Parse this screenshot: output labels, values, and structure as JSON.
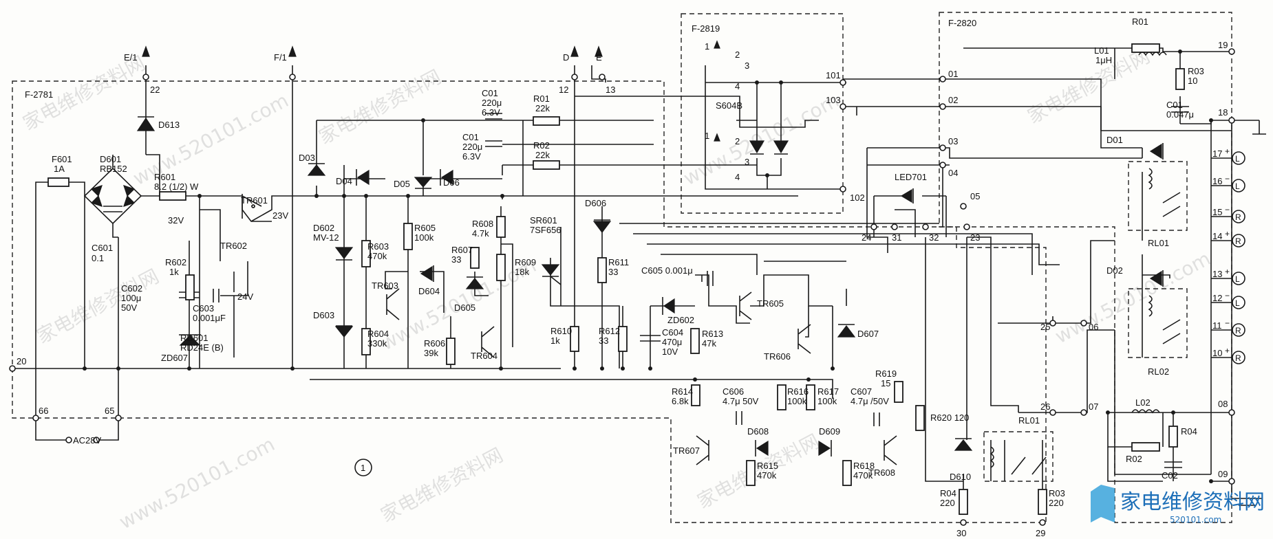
{
  "blocks": {
    "left": "F-2781",
    "switch": "F-2819",
    "right": "F-2820"
  },
  "terminals": {
    "e1": "E/1",
    "f1": "F/1",
    "d": "D",
    "e": "E",
    "t22": "22",
    "t12": "12",
    "t13": "13",
    "t20": "20",
    "t66": "66",
    "t65": "65",
    "ac": "AC28V",
    "t101": "101",
    "t103": "103",
    "t102": "102",
    "t01": "01",
    "t02": "02",
    "t03": "03",
    "t04": "04",
    "t05": "05",
    "t24": "24",
    "t31": "31",
    "t32": "32",
    "t23": "23",
    "t25": "25",
    "t06": "06",
    "t26": "26",
    "t07": "07",
    "t30": "30",
    "t29": "29",
    "r19": "19",
    "r18": "18",
    "r17": "17",
    "r16": "16",
    "r15": "15",
    "r14": "14",
    "r13": "13",
    "r12": "12",
    "r11": "11",
    "r10": "10",
    "r08": "08",
    "r09": "09"
  },
  "sw_labels": {
    "s1": "1",
    "s2": "2",
    "s3": "3",
    "s4": "4",
    "name": "S604B"
  },
  "labels": {
    "f601": "F601",
    "f601v": "1A",
    "d601": "D601",
    "d601v": "RB152",
    "c601": "C601",
    "c601v": "0.1",
    "r601": "R601",
    "r601v": "8.2 (1/2) W",
    "v32": "32V",
    "v23": "23V",
    "v24": "24V",
    "tr601": "TR601",
    "tr602": "TR602",
    "r602": "R602",
    "r602v": "1k",
    "c602": "C602",
    "c602v1": "100μ",
    "c602v2": "50V",
    "c603": "C603",
    "c603v": "0.001μF",
    "rd601": "RD601",
    "rd601v": "RD24E (B)",
    "zd607": "ZD607",
    "d613": "D613",
    "d03": "D03",
    "d04": "D04",
    "d05": "D05",
    "d06": "D06",
    "c01a": "C01",
    "c01av1": "220μ",
    "c01av2": "6.3V",
    "c01b": "C01",
    "c01bv1": "220μ",
    "c01bv2": "6.3V",
    "r01": "R01",
    "r01v": "22k",
    "r02": "R02",
    "r02v": "22k",
    "d602": "D602",
    "d602v": "MV-12",
    "d603": "D603",
    "r603": "R603",
    "r603v": "470k",
    "r604": "R604",
    "r604v": "330k",
    "r605": "R605",
    "r605v": "100k",
    "tr603": "TR603",
    "d604": "D604",
    "d605": "D605",
    "r606": "R606",
    "r606v": "39k",
    "tr604": "TR604",
    "r607": "R607",
    "r607v": "33",
    "r608": "R608",
    "r608v": "4.7k",
    "r609": "R609",
    "r609v": "18k",
    "sr601": "SR601",
    "sr601v": "7SF656",
    "d606": "D606",
    "r611": "R611",
    "r611v": "33",
    "r610": "R610",
    "r610v": "1k",
    "r612": "R612",
    "r612v": "33",
    "c605": "C605 0.001μ",
    "zd602": "ZD602",
    "c604": "C604",
    "c604v1": "470μ",
    "c604v2": "10V",
    "r613": "R613",
    "r613v": "47k",
    "tr605": "TR605",
    "tr606": "TR606",
    "d607": "D607",
    "led701": "LED701",
    "r614": "R614",
    "r614v": "6.8k",
    "c606": "C606",
    "c606v": "4.7μ  50V",
    "r616": "R616",
    "r616v": "100k",
    "r617": "R617",
    "r617v": "100k",
    "c607": "C607",
    "c607v": "4.7μ /50V",
    "r619": "R619",
    "r619v": "15",
    "r620": "R620 120",
    "d608": "D608",
    "d609": "D609",
    "tr607": "TR607",
    "tr608": "TR608",
    "r615": "R615",
    "r615v": "470k",
    "r618": "R618",
    "r618v": "470k",
    "rl01": "RL01",
    "d610": "D610",
    "r04": "R04",
    "r04v": "220",
    "r03": "R03",
    "r03v": "220",
    "f_r01": "R01",
    "f_l01": "L01",
    "f_l01v": "1μH",
    "f_r03": "R03",
    "f_r03v": "10",
    "f_c01": "C01",
    "f_c01v": "0.047μ",
    "f_d01": "D01",
    "f_rl01": "RL01",
    "f_d02": "D02",
    "f_rl02": "RL02",
    "f_l02": "L02",
    "f_r02": "R02",
    "f_r04": "R04",
    "f_c02": "C02",
    "sheet": "1"
  },
  "speaker_marks": {
    "l": "L",
    "r": "R",
    "plus": "+",
    "minus": "−"
  },
  "watermark": {
    "cn": "家电维修资料网",
    "url": "www.520101.com",
    "brand": "家电维修资料网",
    "brand_url": "520101.com"
  }
}
